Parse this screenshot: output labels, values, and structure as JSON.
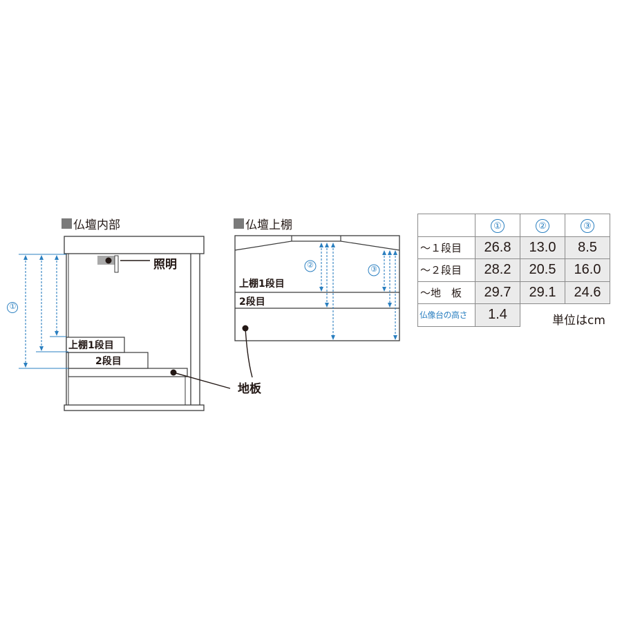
{
  "interior": {
    "heading": "仏壇内部",
    "light_label": "照明",
    "shelf1_label": "上棚1段目",
    "shelf2_label": "2段目",
    "floor_label": "地板",
    "marker_1": "①"
  },
  "upper_shelf": {
    "heading": "仏壇上棚",
    "shelf1_label": "上棚1段目",
    "shelf2_label": "2段目",
    "marker_2": "②",
    "marker_3": "③"
  },
  "table": {
    "headers": [
      "①",
      "②",
      "③"
    ],
    "rows": [
      {
        "label": "～１段目",
        "values": [
          "26.8",
          "13.0",
          "8.5"
        ]
      },
      {
        "label": "～２段目",
        "values": [
          "28.2",
          "20.5",
          "16.0"
        ]
      },
      {
        "label": "～地　板",
        "values": [
          "29.7",
          "29.1",
          "24.6"
        ]
      }
    ],
    "statue_base_label": "仏像台の高さ",
    "statue_base_value": "1.4",
    "unit_note": "単位はcm"
  },
  "colors": {
    "dimension_blue": "#2a7fc0",
    "line_dark": "#3a3a3a",
    "cell_fill": "#ebebeb",
    "light_gray": "#a9a9a9"
  }
}
